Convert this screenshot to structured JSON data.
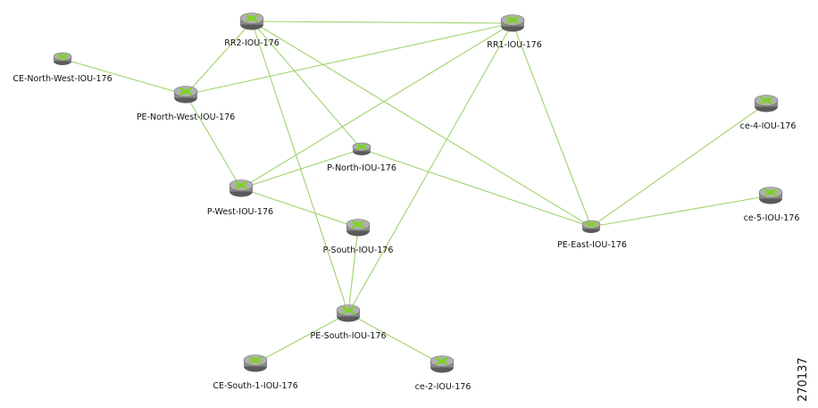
{
  "colors": {
    "link": "#9ed46a",
    "router_body": "#8a8a8a",
    "router_top": "#b0b0b0",
    "router_symbol": "#7ed321"
  },
  "figure_id": "270137",
  "nodes": [
    {
      "id": "rr2",
      "label": "RR2-IOU-176",
      "icon": "router-icon",
      "size": "large"
    },
    {
      "id": "rr1",
      "label": "RR1-IOU-176",
      "icon": "router-icon",
      "size": "large"
    },
    {
      "id": "ce_nw",
      "label": "CE-North-West-IOU-176",
      "icon": "router-icon",
      "size": "small"
    },
    {
      "id": "pe_nw",
      "label": "PE-North-West-IOU-176",
      "icon": "router-icon",
      "size": "large"
    },
    {
      "id": "ce4",
      "label": "ce-4-IOU-176",
      "icon": "router-icon",
      "size": "large"
    },
    {
      "id": "p_north",
      "label": "P-North-IOU-176",
      "icon": "router-icon",
      "size": "small"
    },
    {
      "id": "p_west",
      "label": "P-West-IOU-176",
      "icon": "router-icon",
      "size": "large"
    },
    {
      "id": "ce5",
      "label": "ce-5-IOU-176",
      "icon": "router-icon",
      "size": "large"
    },
    {
      "id": "pe_east",
      "label": "PE-East-IOU-176",
      "icon": "router-icon",
      "size": "small"
    },
    {
      "id": "p_south",
      "label": "P-South-IOU-176",
      "icon": "router-icon",
      "size": "large"
    },
    {
      "id": "pe_south",
      "label": "PE-South-IOU-176",
      "icon": "router-icon",
      "size": "large"
    },
    {
      "id": "ce_s1",
      "label": "CE-South-1-IOU-176",
      "icon": "router-icon",
      "size": "large"
    },
    {
      "id": "ce2",
      "label": "ce-2-IOU-176",
      "icon": "router-icon",
      "size": "large"
    }
  ],
  "links": [
    [
      "rr2",
      "rr1"
    ],
    [
      "rr2",
      "pe_nw"
    ],
    [
      "rr2",
      "p_north"
    ],
    [
      "rr2",
      "pe_east"
    ],
    [
      "rr2",
      "pe_south"
    ],
    [
      "rr1",
      "pe_nw"
    ],
    [
      "rr1",
      "p_west"
    ],
    [
      "rr1",
      "pe_east"
    ],
    [
      "rr1",
      "pe_south"
    ],
    [
      "ce_nw",
      "pe_nw"
    ],
    [
      "pe_nw",
      "p_west"
    ],
    [
      "p_north",
      "p_west"
    ],
    [
      "p_north",
      "pe_east"
    ],
    [
      "p_west",
      "p_south"
    ],
    [
      "p_south",
      "pe_south"
    ],
    [
      "pe_south",
      "ce_s1"
    ],
    [
      "pe_south",
      "ce2"
    ],
    [
      "pe_east",
      "ce4"
    ],
    [
      "pe_east",
      "ce5"
    ]
  ]
}
